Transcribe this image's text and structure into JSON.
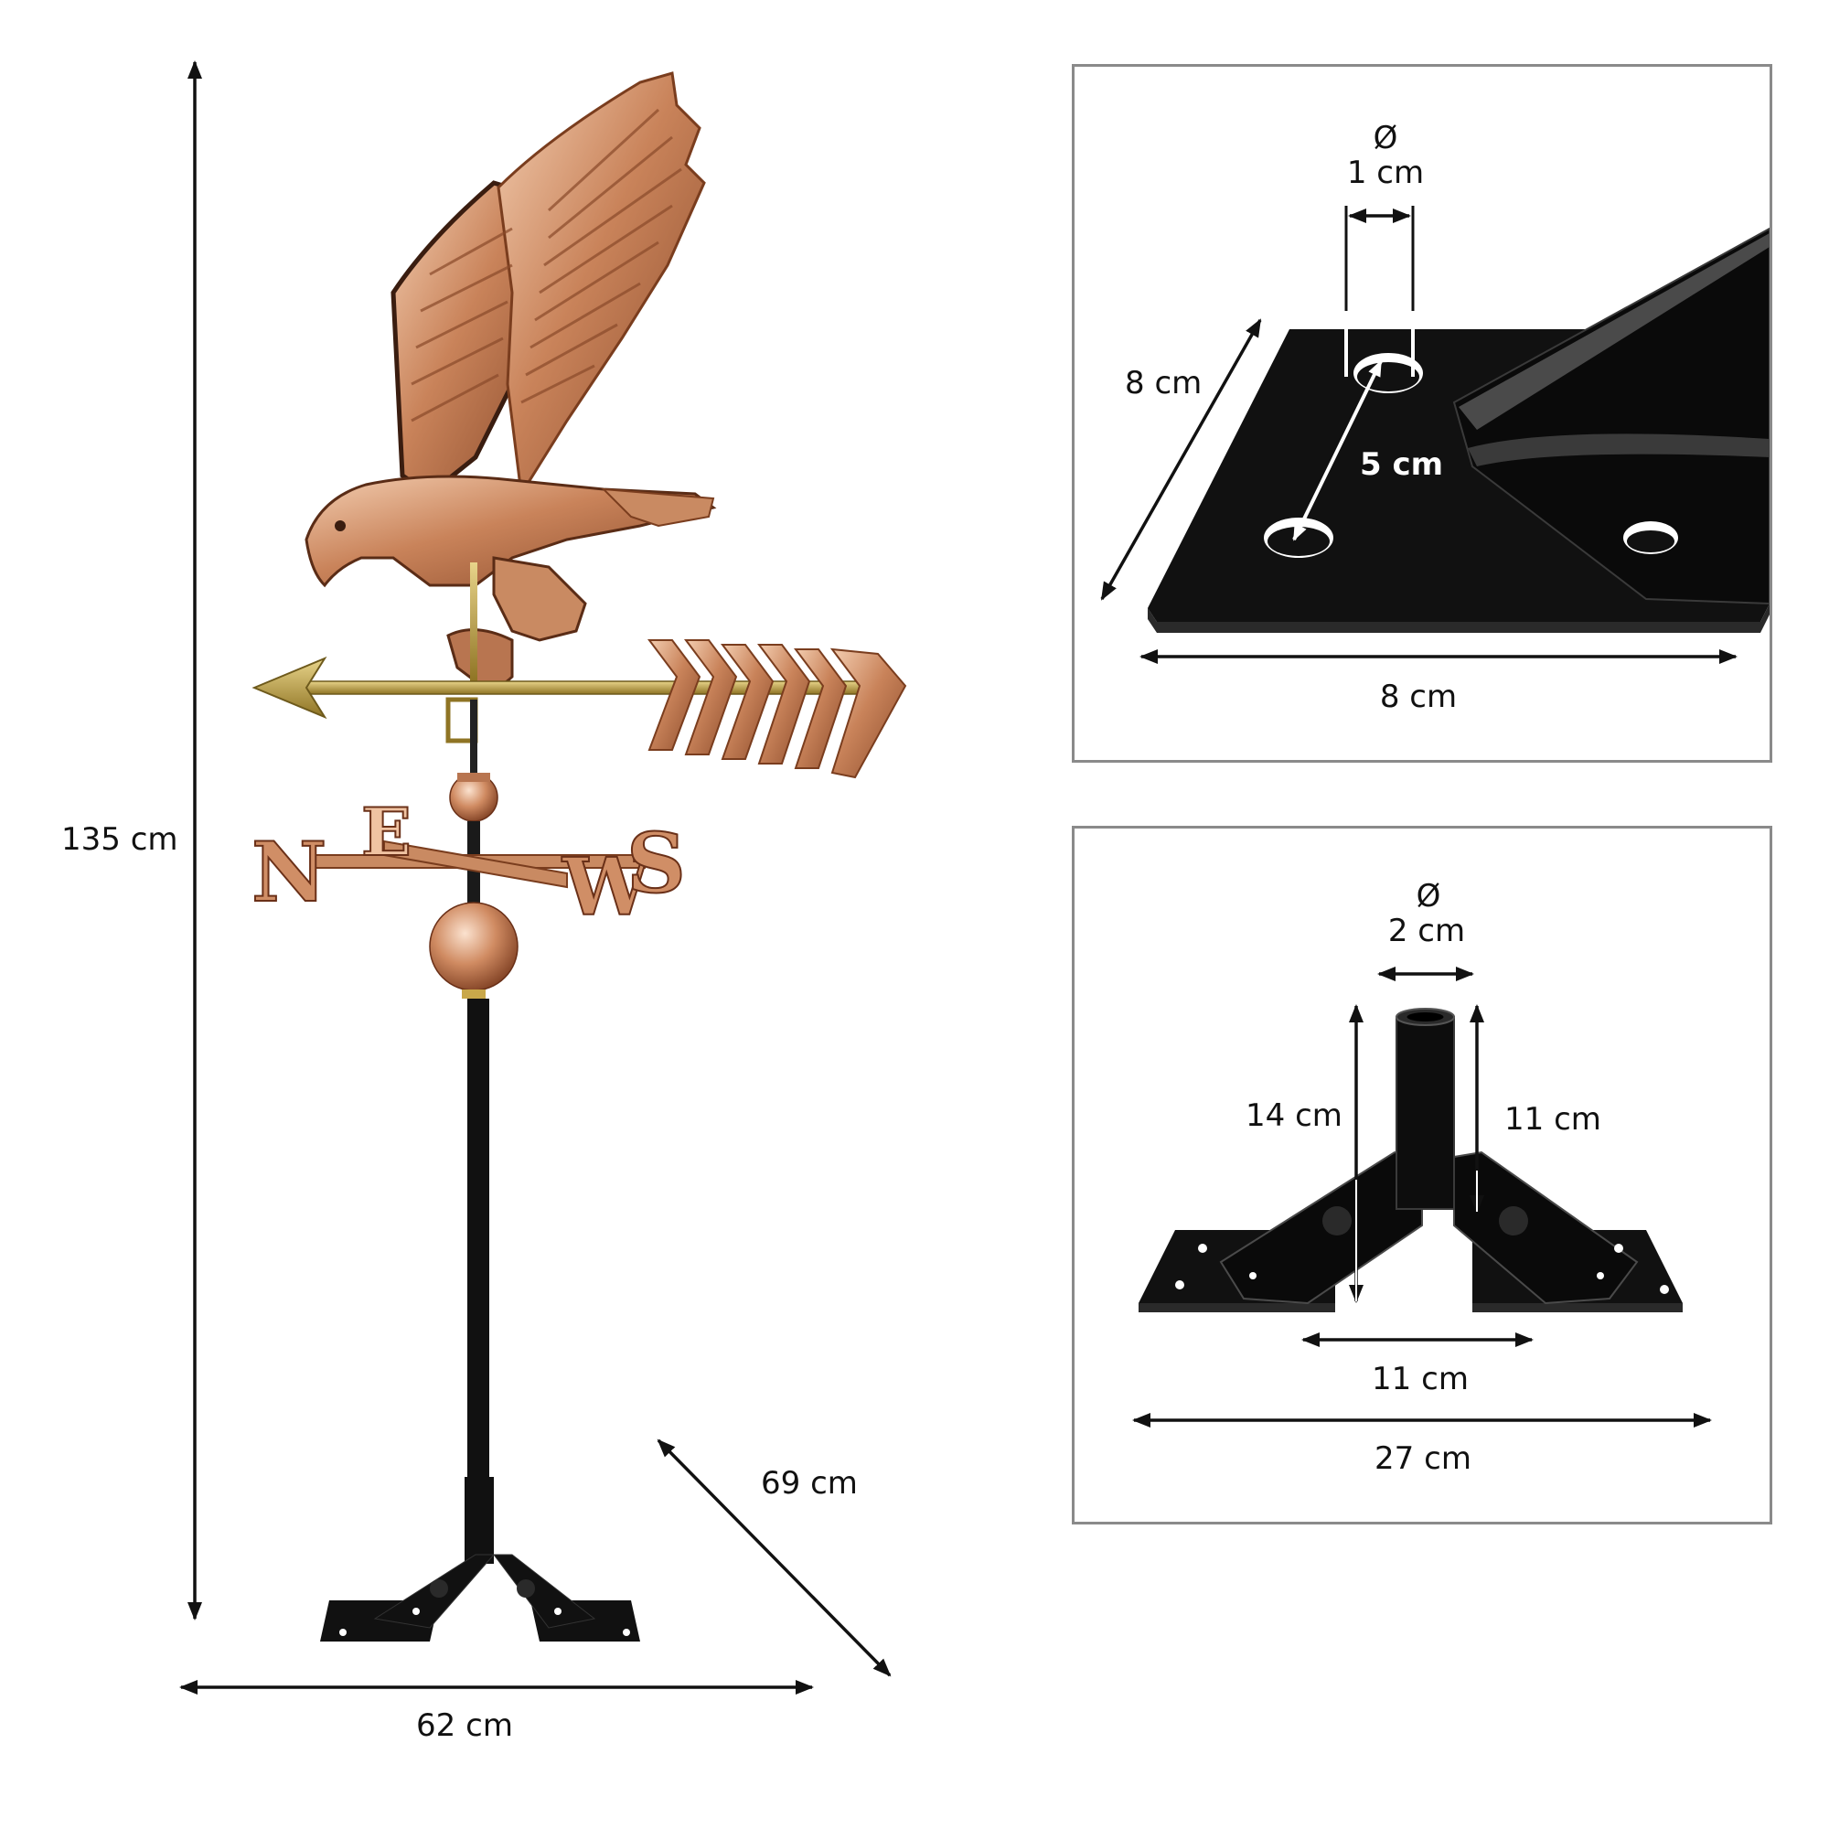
{
  "main_product": {
    "dimensions": {
      "height": "135 cm",
      "width": "62 cm",
      "depth": "69 cm"
    },
    "compass_letters": [
      "N",
      "E",
      "W",
      "S"
    ]
  },
  "plate_detail": {
    "hole_symbol": "Ø",
    "hole_diameter": "1 cm",
    "plate_depth": "8 cm",
    "hole_spacing": "5 cm",
    "plate_width": "8 cm"
  },
  "base_detail": {
    "tube_symbol": "Ø",
    "tube_diameter": "2  cm",
    "total_height": "14 cm",
    "tube_height": "11 cm",
    "inner_width": "11 cm",
    "total_width": "27 cm"
  },
  "colors": {
    "copper": "#c9835a",
    "copper_light": "#f0c3a2",
    "copper_dark": "#8a4a2a",
    "brass": "#b89a3c",
    "steel_black": "#0d0d0d",
    "arrow_black": "#111111",
    "panel_border": "#8a8a8a"
  }
}
